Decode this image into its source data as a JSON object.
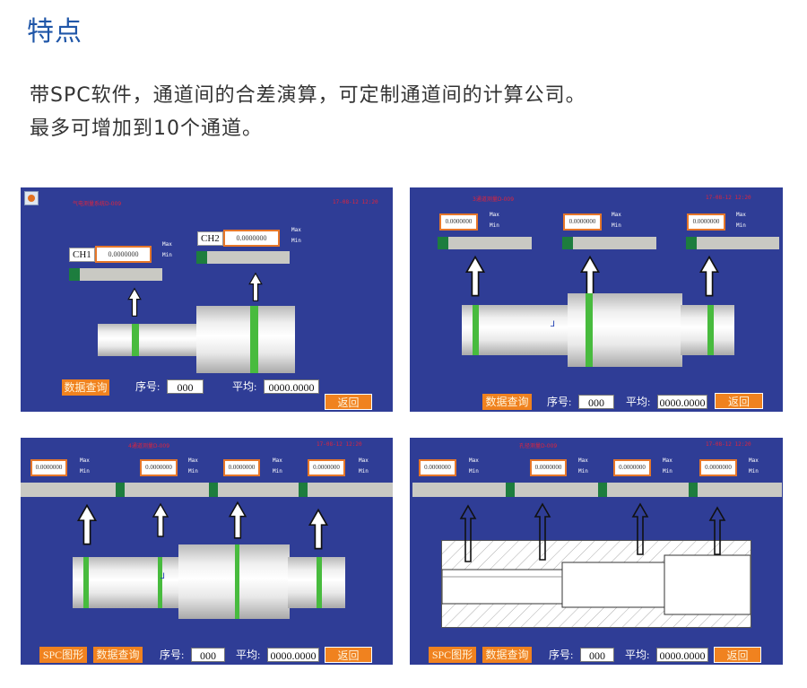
{
  "heading": "特点",
  "description": {
    "line1": "带SPC软件，通道间的合差演算，可定制通道间的计算公司。",
    "line2": "最多可增加到10个通道。"
  },
  "colors": {
    "panel_bg": "#2f3d96",
    "accent_orange": "#f0821f",
    "band_green": "#48bb3e",
    "title_red": "#e0243c",
    "heading_blue": "#1f56a8"
  },
  "common": {
    "max_label": "Max",
    "min_label": "Min",
    "query_button": "数据查询",
    "spc_button": "SPC图形",
    "seq_label": "序号:",
    "avg_label": "平均:",
    "back_button": "返回"
  },
  "panel1": {
    "title": "气电测量系统D-009",
    "date": "17-08-12 12:20",
    "ch1_label": "CH1",
    "ch1_value": "0.0000000",
    "ch2_label": "CH2",
    "ch2_value": "0.0000000",
    "seq_value": "000",
    "avg_value": "0000.0000"
  },
  "panel2": {
    "title": "3通道测量D-009",
    "date": "17-08-12 12:20",
    "values": [
      "0.0000000",
      "0.0000000",
      "0.0000000"
    ],
    "seq_value": "000",
    "avg_value": "0000.0000"
  },
  "panel3": {
    "title": "4通道测量D-009",
    "date": "17-08-12 12:20",
    "values": [
      "0.0000000",
      "0.0000000",
      "0.0000000",
      "0.0000000"
    ],
    "seq_value": "000",
    "avg_value": "0000.0000"
  },
  "panel4": {
    "title": "孔径测量D-009",
    "date": "17-08-12 12:20",
    "values": [
      "0.0000000",
      "0.0000000",
      "0.0000000",
      "0.0000000"
    ],
    "seq_value": "000",
    "avg_value": "0000.0000"
  }
}
